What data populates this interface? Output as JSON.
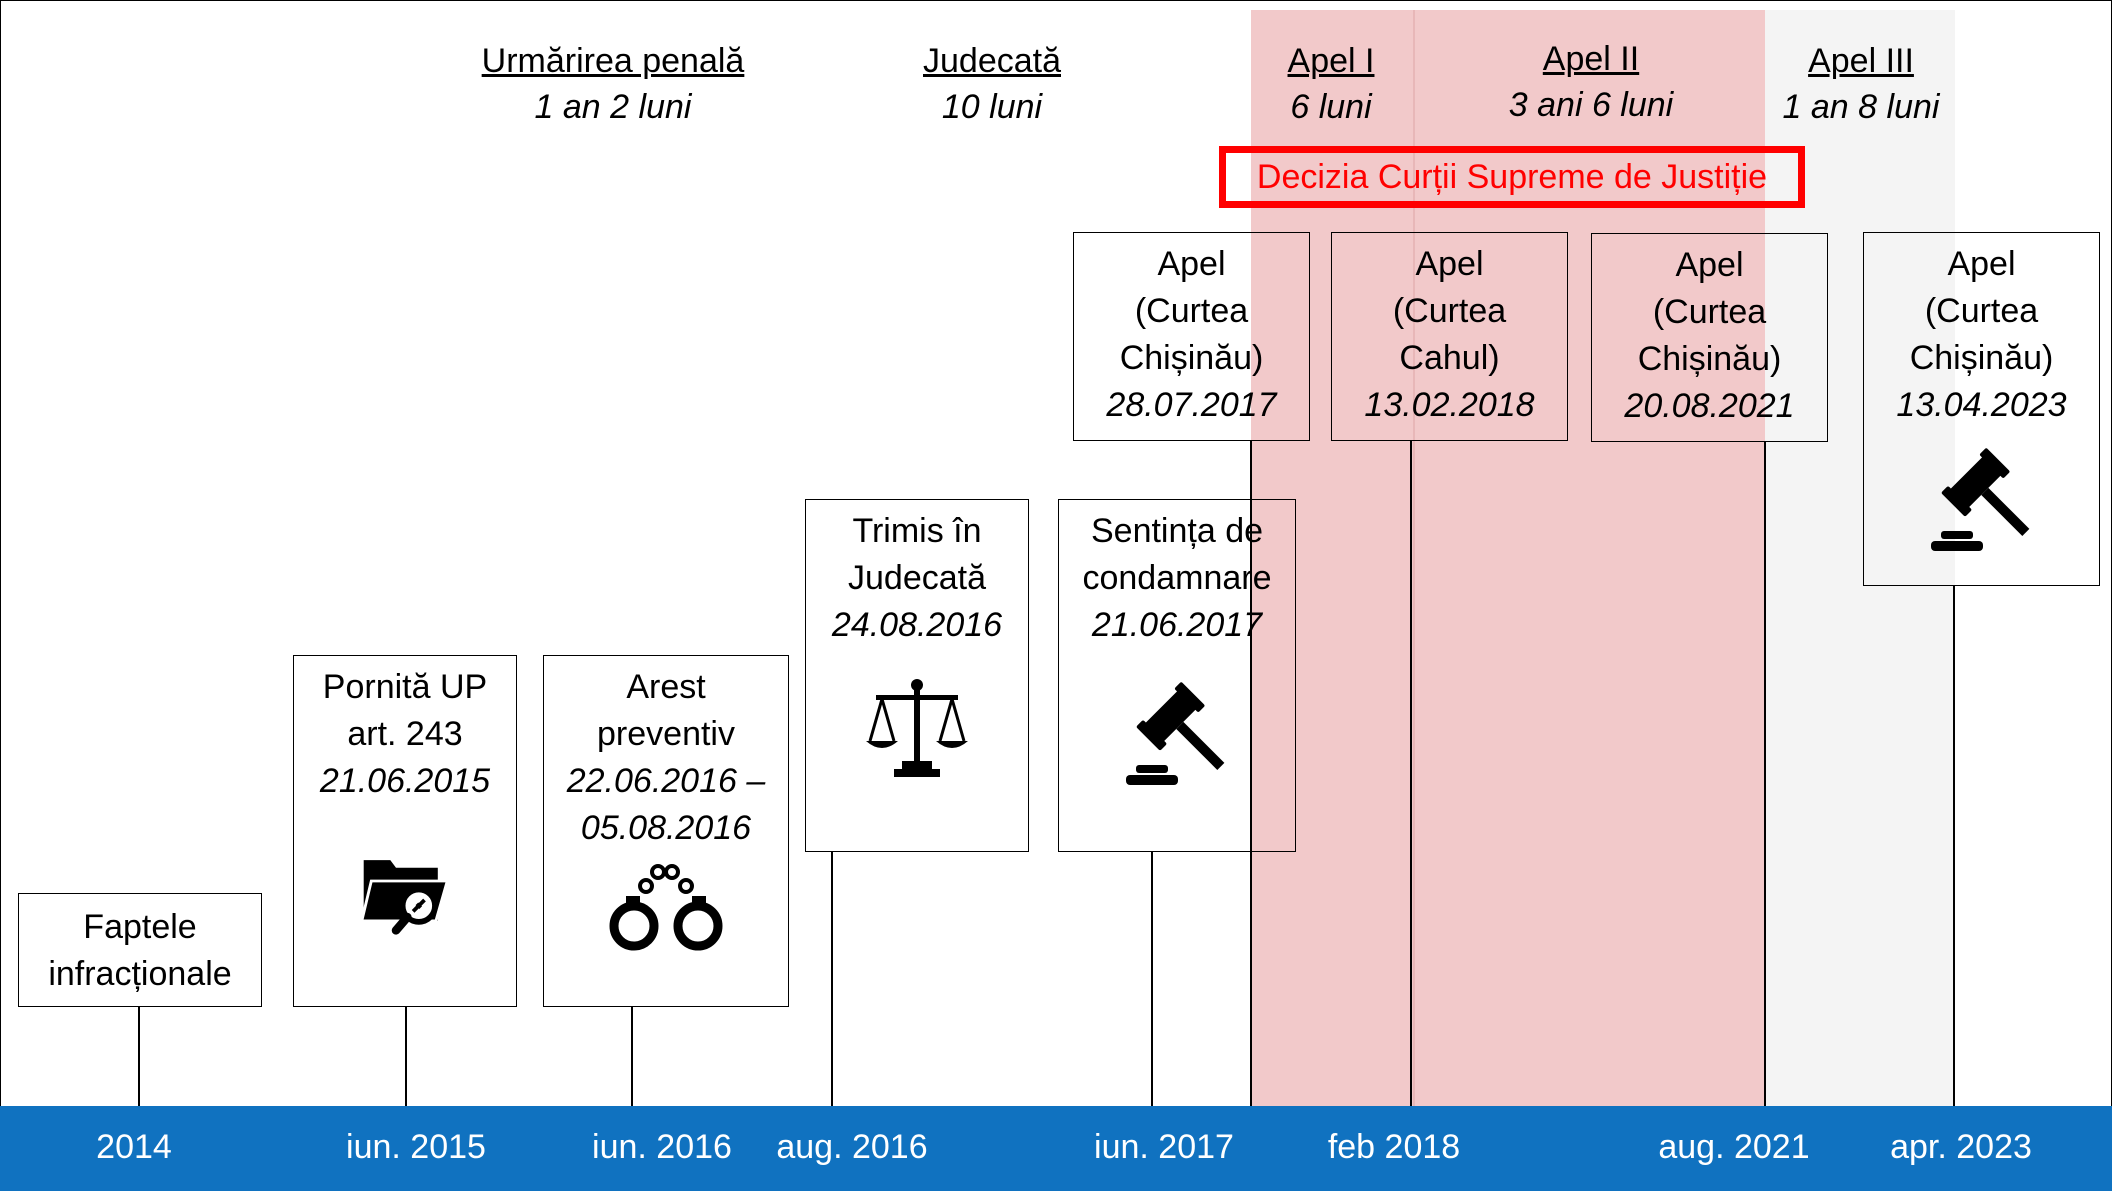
{
  "phases": [
    {
      "name": "Urmărirea penală",
      "duration": "1 an 2 luni"
    },
    {
      "name": "Judecată",
      "duration": "10 luni"
    },
    {
      "name": "Apel I",
      "duration": "6 luni"
    },
    {
      "name": "Apel II",
      "duration": "3 ani 6 luni"
    },
    {
      "name": "Apel III",
      "duration": "1 an 8 luni"
    }
  ],
  "supreme_court_label": "Decizia Curții Supreme de Justiție",
  "events": [
    {
      "lines": [
        "Faptele",
        "infracționale"
      ],
      "date": ""
    },
    {
      "lines": [
        "Pornită UP",
        "art. 243"
      ],
      "date": "21.06.2015"
    },
    {
      "lines": [
        "Arest",
        "preventiv"
      ],
      "date_lines": [
        "22.06.2016 –",
        "05.08.2016"
      ]
    },
    {
      "lines": [
        "Trimis în",
        "Judecată"
      ],
      "date": "24.08.2016"
    },
    {
      "lines": [
        "Sentința de",
        "condamnare"
      ],
      "date": "21.06.2017"
    },
    {
      "lines": [
        "Apel",
        "(Curtea",
        "Chișinău)"
      ],
      "date": "28.07.2017"
    },
    {
      "lines": [
        "Apel",
        "(Curtea",
        "Cahul)"
      ],
      "date": "13.02.2018"
    },
    {
      "lines": [
        "Apel",
        "(Curtea",
        "Chișinău)"
      ],
      "date": "20.08.2021"
    },
    {
      "lines": [
        "Apel",
        "(Curtea",
        "Chișinău)"
      ],
      "date": "13.04.2023"
    }
  ],
  "icons": [
    "folder-search-icon",
    "handcuffs-icon",
    "scales-of-justice-icon",
    "gavel-icon",
    "gavel-icon"
  ],
  "axis_labels": [
    "2014",
    "iun. 2015",
    "iun. 2016",
    "aug. 2016",
    "iun. 2017",
    "feb 2018",
    "aug. 2021",
    "apr. 2023"
  ],
  "colors": {
    "axis": "#1072c0",
    "appeal_band": "#f2c9ca",
    "later_band": "#f4f4f4",
    "highlight": "#ff0000"
  }
}
